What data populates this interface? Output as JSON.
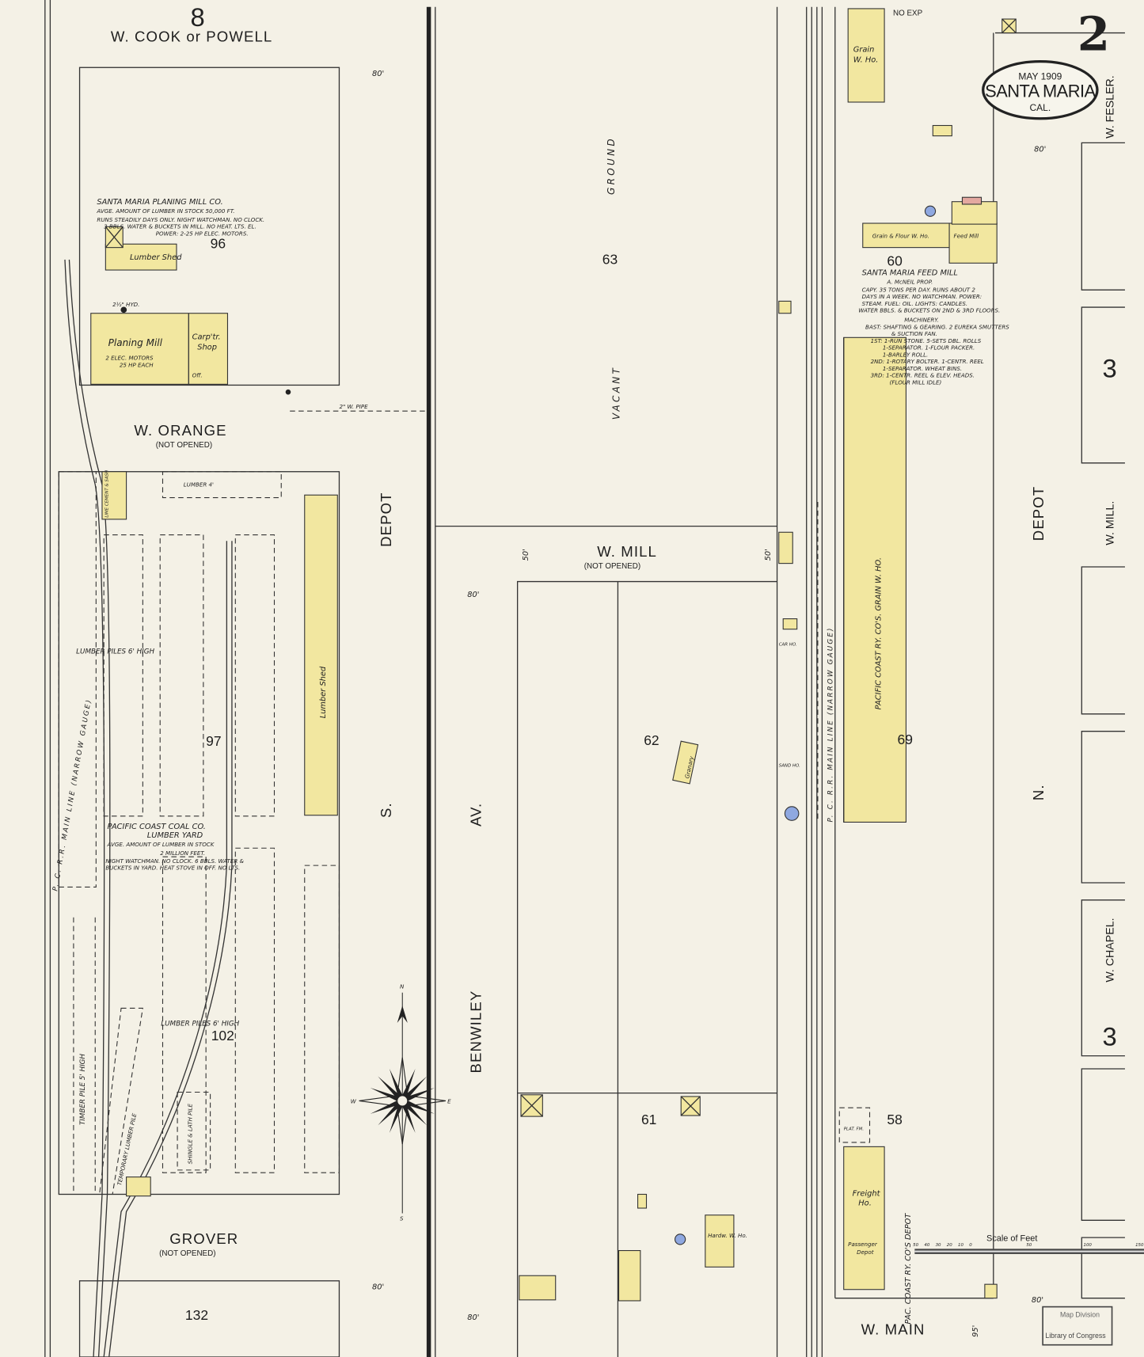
{
  "sheet": {
    "number": "2",
    "adjacent_sheet_top": "8",
    "adjacent_right_upper": "3",
    "adjacent_right_lower": "3",
    "top_note": "NO EXP"
  },
  "title_cartouche": {
    "date": "MAY 1909",
    "city": "SANTA MARIA",
    "state": "CAL."
  },
  "streets": {
    "cook": "W. COOK or POWELL",
    "orange": "W. ORANGE",
    "orange_note": "(NOT OPENED)",
    "grover": "GROVER",
    "grover_note": "(NOT OPENED)",
    "mill": "W. MILL",
    "mill_note": "(NOT OPENED)",
    "main": "W. MAIN",
    "s_depot_1": "DEPOT",
    "s_depot_2": "S.",
    "benwiley": "BENWILEY",
    "benwiley_2": "AV.",
    "n_depot_1": "DEPOT",
    "n_depot_2": "N.",
    "fesler": "W. FESLER.",
    "w_mill_right": "W. MILL.",
    "chapel": "W. CHAPEL.",
    "street_width": "80'",
    "street_width_50": "50'",
    "street_width_95": "95'"
  },
  "blocks": [
    "96",
    "97",
    "102",
    "132",
    "63",
    "62",
    "61",
    "60",
    "69",
    "58"
  ],
  "notes": {
    "planing_mill": [
      "SANTA MARIA PLANING MILL CO.",
      "AVGE. AMOUNT OF LUMBER IN STOCK 50,000 FT.",
      "RUNS STEADILY DAYS ONLY. NIGHT WATCHMAN. NO CLOCK.",
      "3 BBLS. WATER & BUCKETS IN MILL. NO HEAT. LTS. EL.",
      "POWER: 2-25 HP ELEC. MOTORS."
    ],
    "feed_mill": [
      "SANTA MARIA FEED MILL",
      "A. McNEIL PROP.",
      "CAPY. 35 TONS PER DAY. RUNS ABOUT 2",
      "DAYS IN A WEEK. NO WATCHMAN. POWER:",
      "STEAM. FUEL: OIL. LIGHTS: CANDLES.",
      "WATER BBLS. & BUCKETS ON 2ND & 3RD FLOORS.",
      "MACHINERY.",
      "BAST: SHAFTING & GEARING. 2 EUREKA SMUTTERS",
      "& SUCTION FAN.",
      "1ST: 1-RUN STONE. 5-SETS DBL. ROLLS",
      "1-SEPARATOR. 1-FLOUR PACKER.",
      "1-BARLEY ROLL.",
      "2ND: 1-ROTARY BOLTER. 1-CENTR. REEL",
      "1-SEPARATOR. WHEAT BINS.",
      "3RD: 1-CENTR. REEL & ELEV. HEADS.",
      "(FLOUR MILL IDLE)"
    ],
    "coal_co": [
      "PACIFIC COAST COAL CO.",
      "LUMBER YARD",
      "AVGE. AMOUNT OF LUMBER IN STOCK",
      "2 MILLION FEET.",
      "NIGHT WATCHMAN. NO CLOCK. 6 BBLS. WATER &",
      "BUCKETS IN YARD. HEAT STOVE IN OFF. NO LTS."
    ]
  },
  "buildings": {
    "lumber_shed": "Lumber Shed",
    "planing_mill": "Planing Mill",
    "motors": "2 ELEC. MOTORS",
    "motors_2": "25 HP EACH",
    "carp_shop": "Carp'tr.",
    "carp_shop_2": "Shop",
    "office": "Off.",
    "hydrant": "2½\" HYD.",
    "grain_who": "Grain",
    "grain_who_2": "W. Ho.",
    "grain_flour": "Grain & Flour W. Ho.",
    "feed_mill": "Feed Mill",
    "pc_grain": "PACIFIC COAST RY. CO'S. GRAIN W. HO.",
    "lumber_4": "LUMBER 4'",
    "lumber_shed_long": "Lumber Shed",
    "lumber_piles_1": "LUMBER   PILES   6'   HIGH",
    "lumber_piles_2": "LUMBER   PILES   6'   HIGH",
    "timber_pile": "TIMBER PILE 5' HIGH",
    "temp_pile": "TEMPORARY LUMBER PILE",
    "shingle": "SHINGLE & LATH PILE",
    "lime_cement": "LIME CEMENT & SASH",
    "granary": "Granary",
    "hardw": "Hardw. W. Ho.",
    "freight": "Freight",
    "freight_2": "Ho.",
    "passenger": "Passenger",
    "passenger_2": "Depot",
    "car_ho": "CAR HO.",
    "sand_ho": "SAND HO.",
    "plat": "PLAT. FM."
  },
  "labels": {
    "vacant": "VACANT",
    "ground": "GROUND",
    "pc_depot": "PAC. COAST RY. CO'S DEPOT",
    "main_line_left": "P. C. R.R. MAIN LINE (NARROW GAUGE)",
    "main_line_right": "P. C. R.R. MAIN LINE (NARROW GAUGE)",
    "water_pipe": "2\" W. PIPE",
    "compass": {
      "n": "N",
      "s": "S",
      "e": "E",
      "w": "W"
    }
  },
  "scale": {
    "title": "Scale of Feet",
    "ticks": [
      "50",
      "40",
      "30",
      "20",
      "10",
      "0",
      "50",
      "100",
      "150"
    ]
  },
  "stamp": {
    "line1": "Map Division",
    "line2": "Library of Congress"
  },
  "colors": {
    "paper": "#f4f1e6",
    "frame_building": "#f2e7a0",
    "water_tank": "#8fa8e0",
    "brick": "#e4a9a0"
  }
}
